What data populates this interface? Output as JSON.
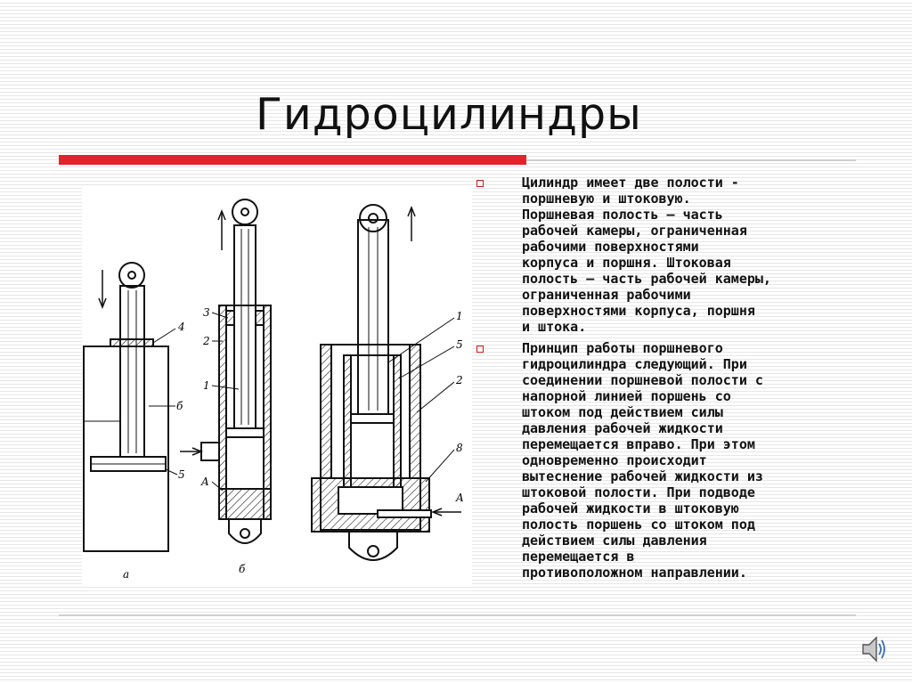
{
  "slide": {
    "title": "Гидроцилиндры",
    "accent_color": "#e3232b",
    "bullet_color": "#d01a1a"
  },
  "figure": {
    "labels": {
      "a_4": "4",
      "a_b": "б",
      "a_5": "5",
      "a_caption": "a",
      "b_3": "3",
      "b_2": "2",
      "b_1": "1",
      "b_A": "A",
      "b_caption": "б",
      "c_1": "1",
      "c_5": "5",
      "c_2": "2",
      "c_8": "8",
      "c_A": "A"
    }
  },
  "bullets": [
    {
      "text": "Цилиндр имеет две полости -\nпоршневую и штоковую.\nПоршневая полость – часть\nрабочей камеры, ограниченная\nрабочими поверхностями\nкорпуса и поршня. Штоковая\nполость – часть рабочей камеры,\nограниченная рабочими\nповерхностями корпуса, поршня\nи штока."
    },
    {
      "text": "Принцип работы поршневого\nгидроцилиндра следующий. При\nсоединении поршневой полости с\nнапорной линией поршень со\nштоком под действием силы\nдавления рабочей жидкости\nперемещается вправо. При этом\nодновременно происходит\nвытеснение рабочей жидкости из\nштоковой полости. При подводе\nрабочей жидкости  в штоковую\nполость поршень со штоком под\nдействием силы давления\nперемещается в\nпротивоположном направлении."
    }
  ],
  "icons": {
    "speaker": "speaker-icon"
  }
}
